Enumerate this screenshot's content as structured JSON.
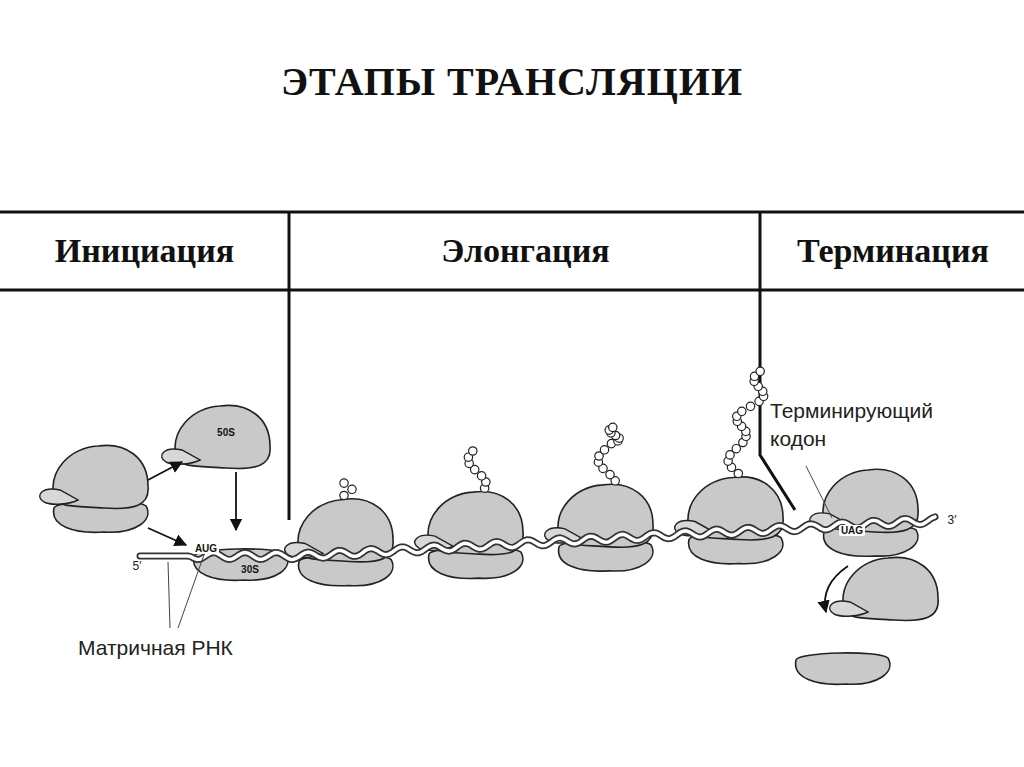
{
  "diagram": {
    "title": "ЭТАПЫ ТРАНСЛЯЦИИ",
    "labels": [
      "Инициация",
      "Элонгация",
      "Терминация",
      "50S",
      "30S",
      "AUG",
      "Терминирующий кодон",
      "UAG",
      "5′",
      "3′",
      "Матричная РНК"
    ]
  }
}
